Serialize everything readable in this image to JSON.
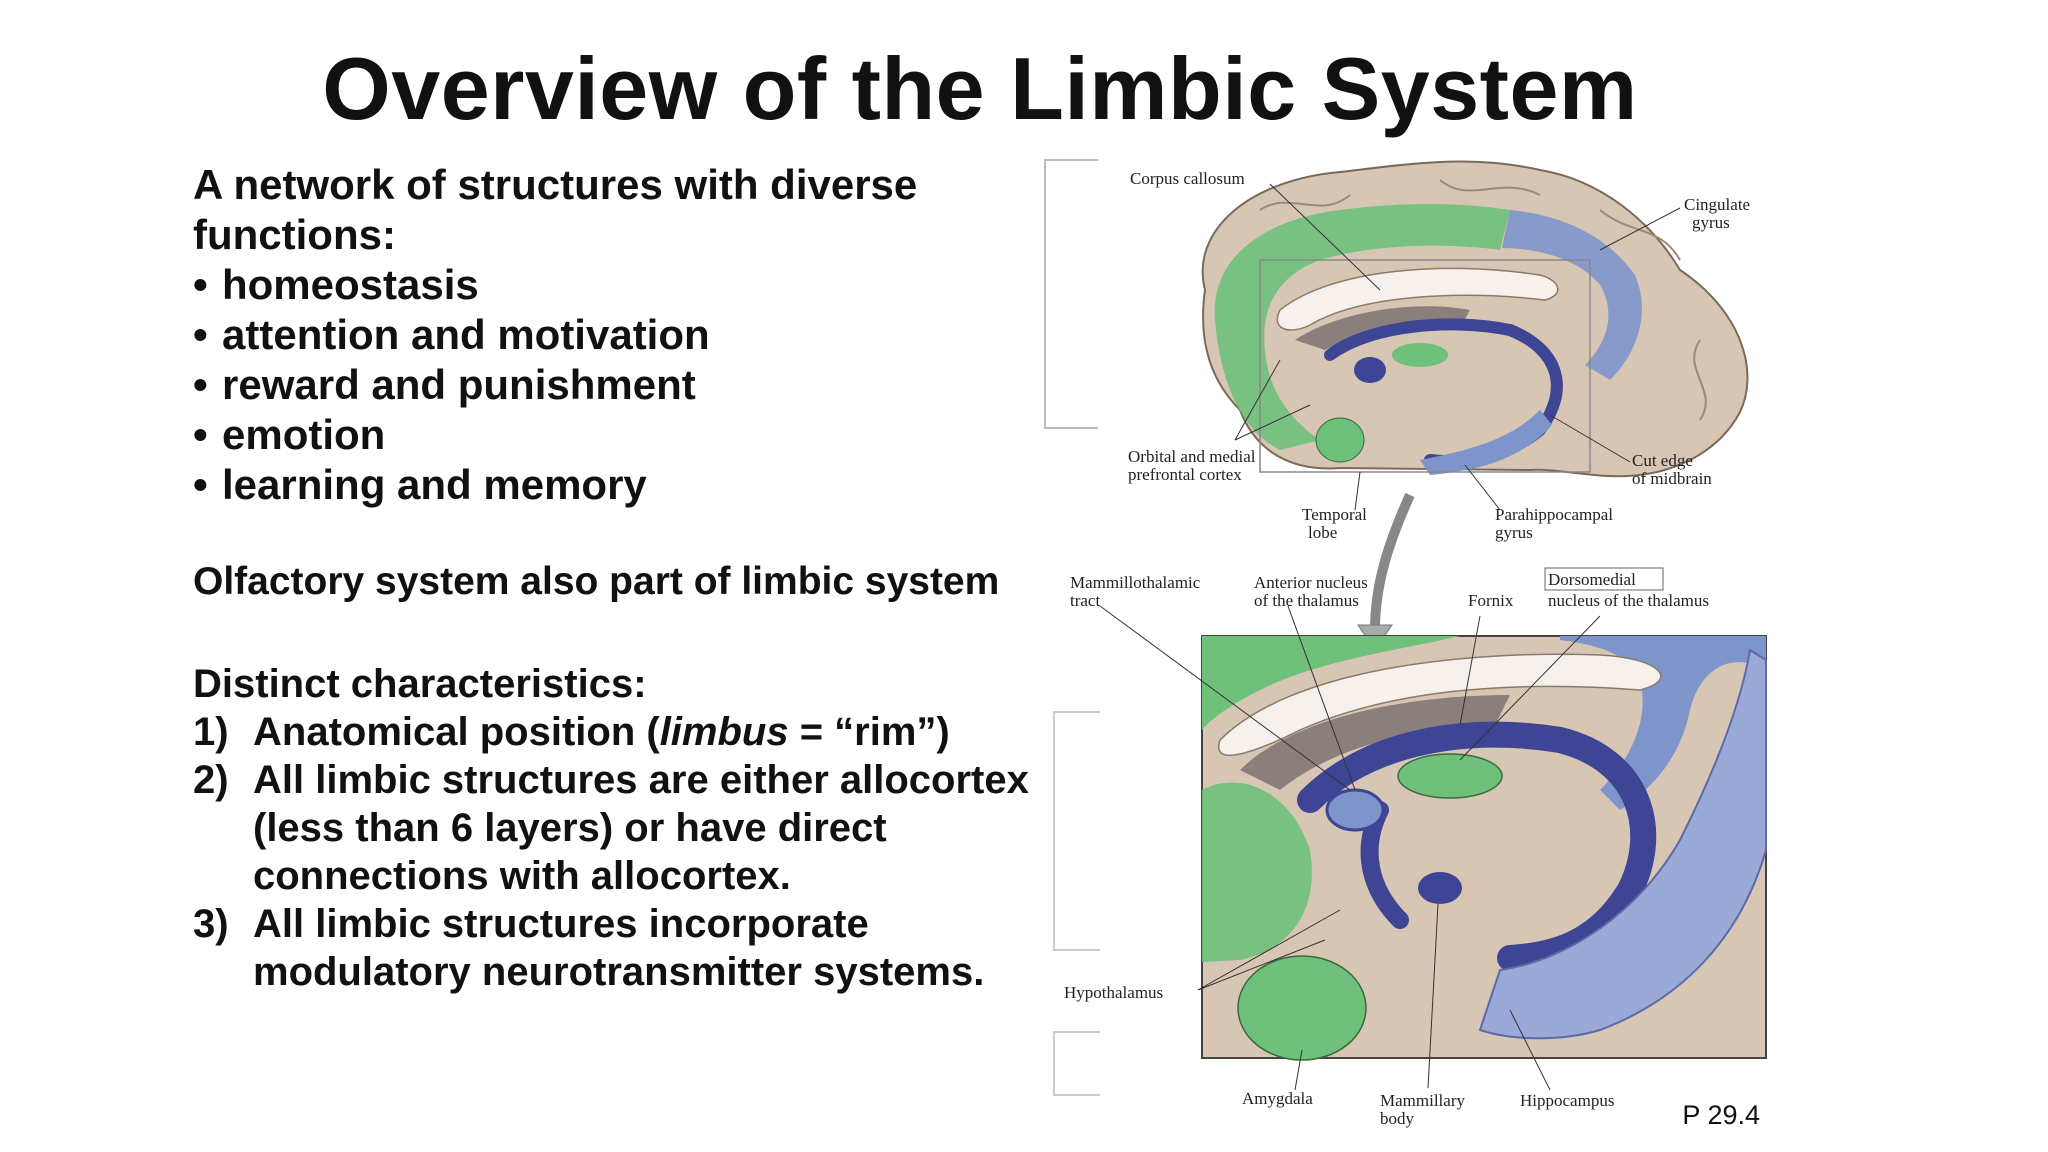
{
  "slide": {
    "title": "Overview of the Limbic System",
    "intro": "A network of structures with diverse functions:",
    "functions": [
      "homeostasis",
      "attention and motivation",
      "reward and punishment",
      "emotion",
      "learning and memory"
    ],
    "olfactory_note": "Olfactory system also part of limbic system",
    "distinct_heading": "Distinct characteristics:",
    "characteristics": [
      {
        "num": "1)",
        "pre": "Anatomical position (",
        "em": "limbus",
        "post": " = “rim”)"
      },
      {
        "num": "2)",
        "text": "All limbic structures are either allocortex (less than 6 layers) or have direct connections with allocortex."
      },
      {
        "num": "3)",
        "text": "All limbic structures incorporate modulatory neurotransmitter systems."
      }
    ],
    "page_ref": "P 29.4"
  },
  "figure": {
    "labels": {
      "corpus_callosum": "Corpus callosum",
      "cingulate_1": "Cingulate",
      "cingulate_2": "gyrus",
      "orbital_1": "Orbital and medial",
      "orbital_2": "prefrontal cortex",
      "cut_edge_1": "Cut edge",
      "cut_edge_2": "of midbrain",
      "temporal_1": "Temporal",
      "temporal_2": "lobe",
      "parahippo_1": "Parahippocampal",
      "parahippo_2": "gyrus",
      "mammillothalamic_1": "Mammillothalamic",
      "mammillothalamic_2": "tract",
      "anterior_1": "Anterior nucleus",
      "anterior_2": "of the thalamus",
      "fornix": "Fornix",
      "dorsomedial_1": "Dorsomedial",
      "dorsomedial_2": "nucleus of the thalamus",
      "hypothalamus": "Hypothalamus",
      "amygdala": "Amygdala",
      "mammillary_1": "Mammillary",
      "mammillary_2": "body",
      "hippocampus": "Hippocampus"
    },
    "colors": {
      "limbic_green": "#6fc07a",
      "limbic_blue": "#7e95cc",
      "fornix_navy": "#3d4594",
      "cortex_tan": "#d8c6b5",
      "ventricle_gray": "#8b7f7c"
    }
  }
}
